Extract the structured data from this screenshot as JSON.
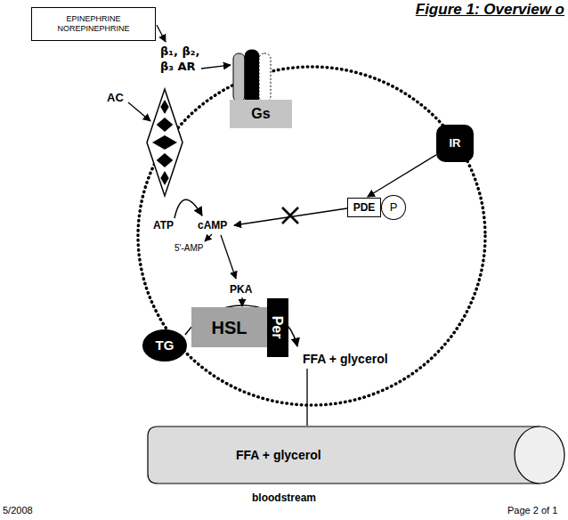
{
  "diagram": {
    "title": "Figure 1: Overview o",
    "nodes": [
      {
        "text": [
          "EPINEPHRINE NOREPINEPHRINE"
        ]
      },
      {
        "text": [
          "Gs"
        ]
      },
      {
        "text": [
          "IR"
        ]
      },
      {
        "text": [
          "PDE"
        ]
      },
      {
        "text": [
          "P"
        ]
      },
      {
        "text": [
          "HSL"
        ]
      },
      {
        "text": [
          "Per"
        ]
      },
      {
        "text": [
          "TG"
        ]
      },
      {
        "text": [
          "FFA + glycerol"
        ]
      }
    ],
    "edges": [
      {
        "from": 2,
        "to": 3,
        "arrow": "to"
      }
    ],
    "labels": [
      "β₁, β₂, β₃ AR",
      "AC",
      "ATP",
      "cAMP",
      "5'-AMP",
      "PKA",
      "FFA + glycerol",
      "bloodstream",
      "5/2008",
      "Page 2 of 1"
    ]
  }
}
